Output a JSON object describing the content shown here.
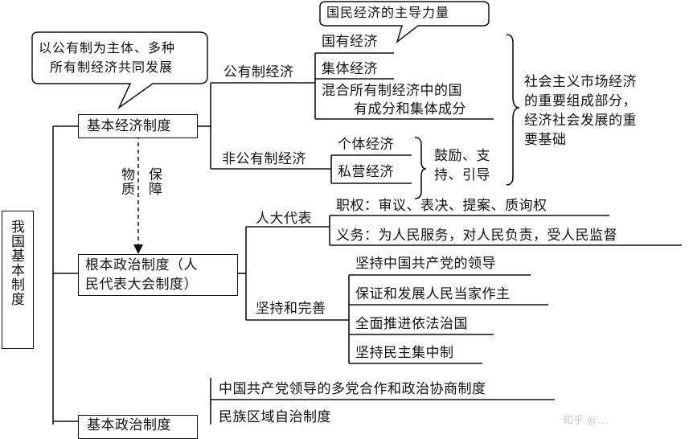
{
  "root": {
    "label": "我国基本制度"
  },
  "basic_economic": {
    "label": "基本经济制度",
    "callout": [
      "以公有制为主体、多种",
      "所有制经济共同发展"
    ],
    "public": {
      "label": "公有制经济",
      "items": [
        "国有经济",
        "集体经济"
      ],
      "mixed": [
        "混合所有制经济中的国",
        "有成分和集体成分"
      ],
      "state_callout": "国民经济的主导力量"
    },
    "nonpublic": {
      "label": "非公有制经济",
      "items": [
        "个体经济",
        "私营经济"
      ],
      "note": [
        "鼓励、支",
        "持、引导"
      ]
    },
    "market_note": [
      "社会主义市场经济",
      "的重要组成部分，",
      "经济社会发展的重",
      "要基础"
    ]
  },
  "guarantee": {
    "left": "物质",
    "right": "保障"
  },
  "fundamental_political": {
    "label": [
      "根本政治制度（人",
      "民代表大会制度）"
    ],
    "npc_deputy": {
      "label": "人大代表",
      "powers": "职权：审议、表决、提案、质询权",
      "duties": "义务：为人民服务，对人民负责，受人民监督"
    },
    "uphold": {
      "label": "坚持和完善",
      "items": [
        "坚持中国共产党的领导",
        "保证和发展人民当家作主",
        "全面推进依法治国",
        "坚持民主集中制"
      ]
    }
  },
  "basic_political": {
    "label_partial": "基本政治制度",
    "items": [
      "中国共产党领导的多党合作和政治协商制度",
      "民族区域自治制度"
    ]
  },
  "watermark": "知乎 @…"
}
